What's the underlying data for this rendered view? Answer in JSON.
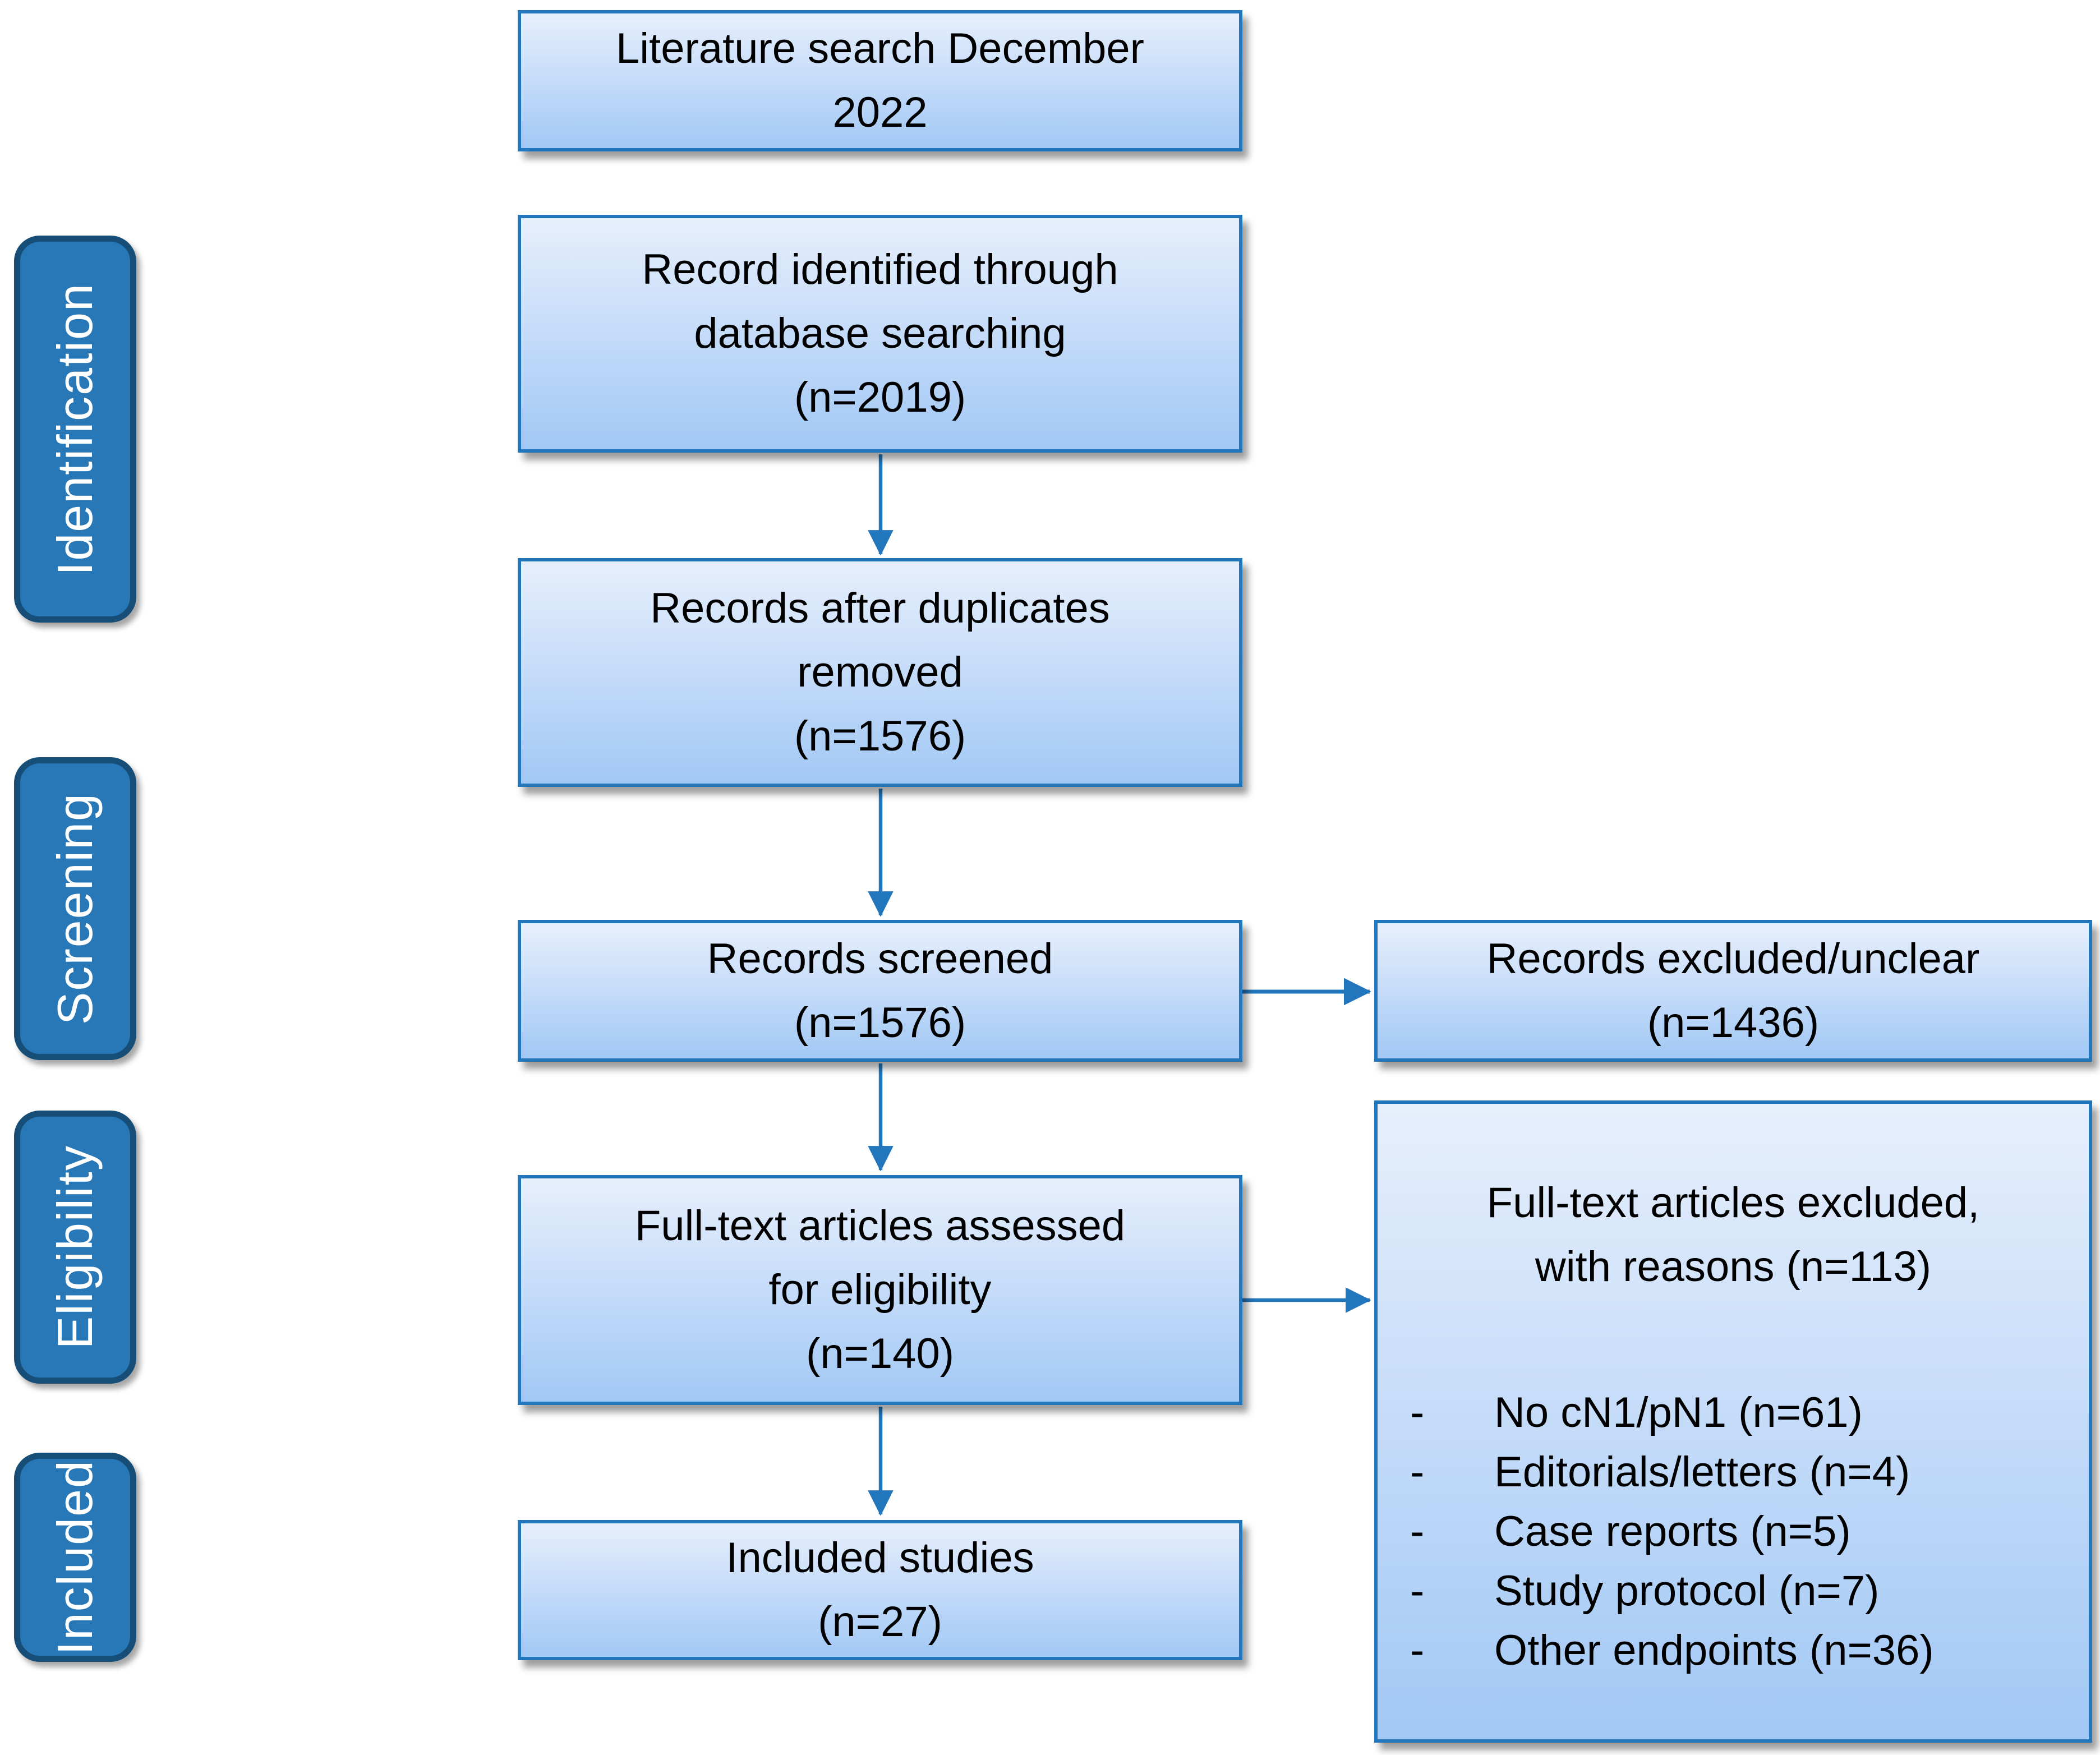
{
  "colors": {
    "background": "#ffffff",
    "box_border": "#2276bb",
    "box_gradient_top": "#e7effc",
    "box_gradient_bottom": "#a2c8f5",
    "box_text": "#000000",
    "arrow": "#2276bb",
    "stage_fill": "#2878b8",
    "stage_border": "#174e77",
    "stage_text": "#ffffff"
  },
  "stages": [
    {
      "label": "Identification"
    },
    {
      "label": "Screening"
    },
    {
      "label": "Eligibility"
    },
    {
      "label": "Included"
    }
  ],
  "flow": {
    "literature_search": {
      "lines": [
        "Literature search December",
        "2022"
      ]
    },
    "records_identified": {
      "lines": [
        "Record identified through",
        "database searching",
        "(n=2019)"
      ]
    },
    "duplicates_removed": {
      "lines": [
        "Records after duplicates",
        "removed",
        "(n=1576)"
      ]
    },
    "records_screened": {
      "lines": [
        "Records screened",
        "(n=1576)"
      ]
    },
    "fulltext_assessed": {
      "lines": [
        "Full-text articles assessed",
        "for eligibility",
        "(n=140)"
      ]
    },
    "included_studies": {
      "lines": [
        "Included studies",
        "(n=27)"
      ]
    }
  },
  "exclusions": {
    "records_excluded": {
      "lines": [
        "Records excluded/unclear",
        "(n=1436)"
      ]
    },
    "fulltext_excluded": {
      "title_lines": [
        "Full-text articles excluded,",
        "with reasons (n=113)"
      ],
      "bullet_marker": "-",
      "reasons": [
        "No cN1/pN1 (n=61)",
        "Editorials/letters (n=4)",
        "Case reports (n=5)",
        "Study protocol (n=7)",
        "Other endpoints (n=36)"
      ]
    }
  }
}
